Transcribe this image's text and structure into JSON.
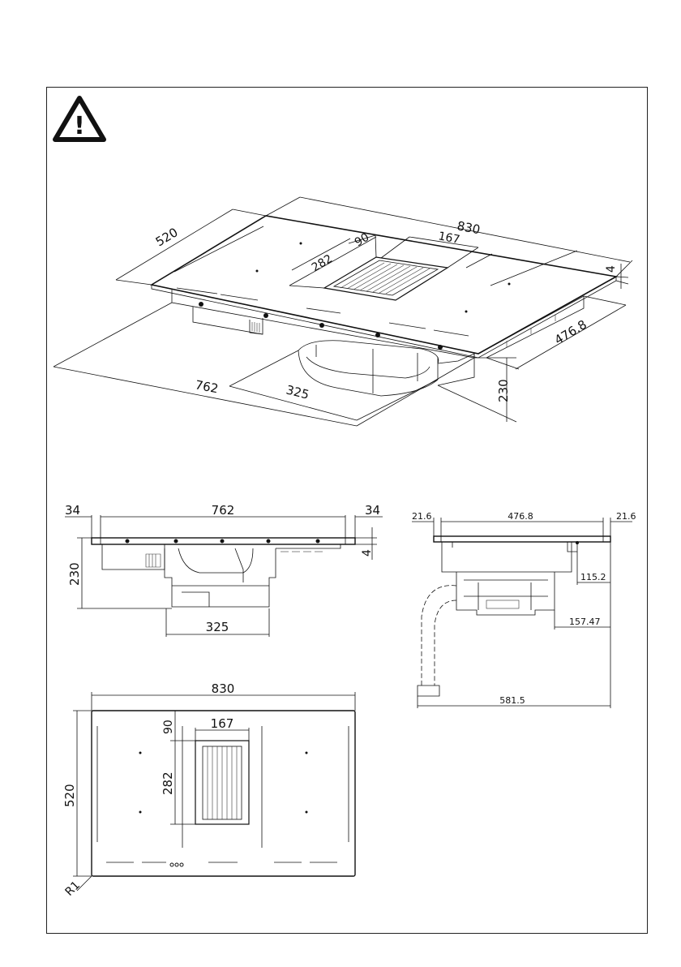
{
  "warning": {
    "icon": "warning-triangle-icon",
    "mark": "!"
  },
  "iso_view": {
    "width": "830",
    "depth": "520",
    "thickness": "4",
    "cutout_depth": "476.8",
    "cutout_width": "762",
    "height": "230",
    "unit_depth": "325",
    "vent_width": "167",
    "vent_offset": "90",
    "vent_length": "282"
  },
  "front_view": {
    "left_overhang": "34",
    "cutout_width": "762",
    "right_overhang": "34",
    "height": "230",
    "thickness": "4",
    "unit_width": "325"
  },
  "side_view": {
    "left_overhang": "21.6",
    "cutout_depth": "476.8",
    "right_overhang": "21.6",
    "offset_a": "115.2",
    "offset_b": "157.47",
    "total_depth": "581.5"
  },
  "top_view": {
    "width": "830",
    "depth": "520",
    "vent_offset": "90",
    "vent_width": "167",
    "vent_length": "282",
    "corner_radius": "R1"
  }
}
